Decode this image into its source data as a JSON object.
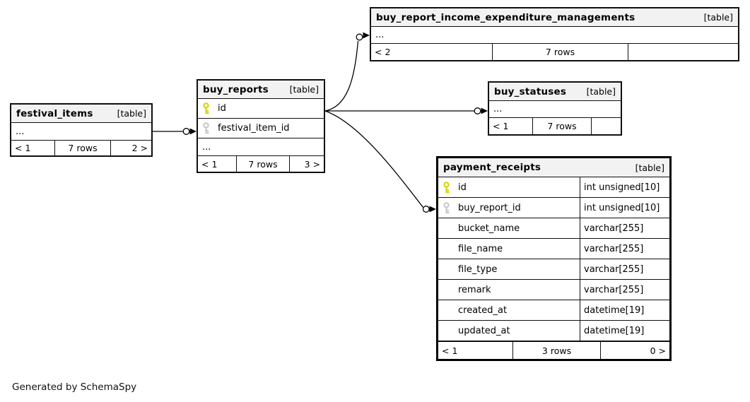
{
  "diagram": {
    "note": "Generated by SchemaSpy",
    "type_label": "[table]",
    "ellipsis": "...",
    "colors": {
      "header_bg": "#f2f2f2",
      "border": "#0f0f0f",
      "primary_key": "#d6d600",
      "foreign_key": "#c9c9c9",
      "row_bg": "#ffffff"
    },
    "tables": {
      "festival_items": {
        "name": "festival_items",
        "type_label": "[table]",
        "ellipsis": "...",
        "footer": {
          "parents": "< 1",
          "rows": "7 rows",
          "children": "2 >"
        }
      },
      "buy_reports": {
        "name": "buy_reports",
        "type_label": "[table]",
        "ellipsis": "...",
        "columns": [
          {
            "name": "id",
            "key": "primary"
          },
          {
            "name": "festival_item_id",
            "key": "foreign"
          }
        ],
        "footer": {
          "parents": "< 1",
          "rows": "7 rows",
          "children": "3 >"
        }
      },
      "buy_report_income_expenditure_managements": {
        "name": "buy_report_income_expenditure_managements",
        "type_label": "[table]",
        "ellipsis": "...",
        "footer": {
          "parents": "< 2",
          "rows": "7 rows",
          "children": ""
        }
      },
      "buy_statuses": {
        "name": "buy_statuses",
        "type_label": "[table]",
        "ellipsis": "...",
        "footer": {
          "parents": "< 1",
          "rows": "7 rows",
          "children": ""
        }
      },
      "payment_receipts": {
        "name": "payment_receipts",
        "type_label": "[table]",
        "columns": [
          {
            "name": "id",
            "type": "int unsigned[10]",
            "key": "primary"
          },
          {
            "name": "buy_report_id",
            "type": "int unsigned[10]",
            "key": "foreign"
          },
          {
            "name": "bucket_name",
            "type": "varchar[255]",
            "key": "none"
          },
          {
            "name": "file_name",
            "type": "varchar[255]",
            "key": "none"
          },
          {
            "name": "file_type",
            "type": "varchar[255]",
            "key": "none"
          },
          {
            "name": "remark",
            "type": "varchar[255]",
            "key": "none"
          },
          {
            "name": "created_at",
            "type": "datetime[19]",
            "key": "none"
          },
          {
            "name": "updated_at",
            "type": "datetime[19]",
            "key": "none"
          }
        ],
        "footer": {
          "parents": "< 1",
          "rows": "3 rows",
          "children": "0 >"
        }
      }
    },
    "relationships": [
      {
        "from": "festival_items",
        "to": "buy_reports.festival_item_id"
      },
      {
        "from": "buy_reports.id",
        "to": "buy_report_income_expenditure_managements"
      },
      {
        "from": "buy_reports.id",
        "to": "buy_statuses"
      },
      {
        "from": "buy_reports.id",
        "to": "payment_receipts.buy_report_id"
      }
    ]
  }
}
